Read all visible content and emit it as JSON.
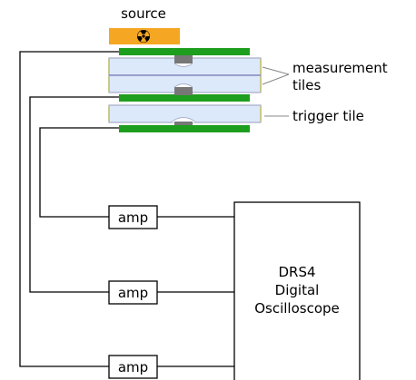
{
  "labels": {
    "source": "source",
    "measurement_line1": "measurement",
    "measurement_line2": "tiles",
    "trigger": "trigger tile",
    "amp1": "amp",
    "amp2": "amp",
    "amp3": "amp",
    "scope_line1": "DRS4",
    "scope_line2": "Digital",
    "scope_line3": "Oscilloscope"
  },
  "icons": {
    "source_symbol": "radiation-icon"
  },
  "colors": {
    "source": "#f5a623",
    "pcb": "#1e9e1e",
    "tile_fill": "#dce9fb",
    "tile_border": "#aab0c8",
    "tile_glue": "#c9c98a",
    "sensor": "#777777",
    "wire": "#000000",
    "background": "#ffffff"
  }
}
